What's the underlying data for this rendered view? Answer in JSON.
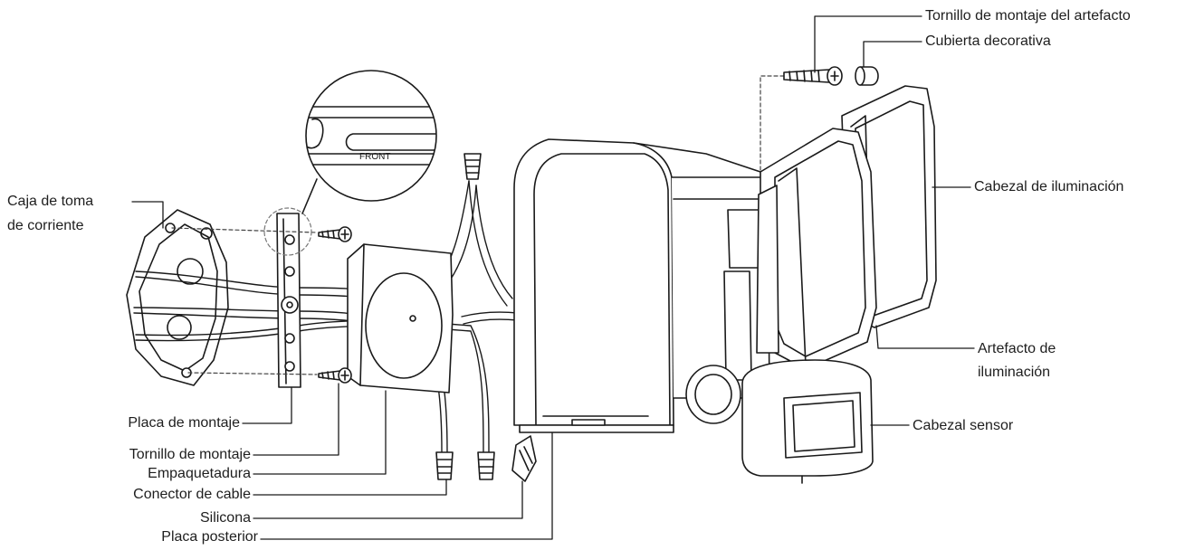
{
  "labels": {
    "fixture_screw": "Tornillo de montaje del artefacto",
    "decorative_cap": "Cubierta decorativa",
    "junction_box_line1": "Caja de toma",
    "junction_box_line2": "de corriente",
    "lamp_head": "Cabezal de iluminación",
    "fixture_line1": "Artefacto de",
    "fixture_line2": "iluminación",
    "sensor_head": "Cabezal sensor",
    "mounting_plate": "Placa de montaje",
    "mounting_screw": "Tornillo de montaje",
    "gasket": "Empaquetadura",
    "wire_connector": "Conector de cable",
    "silicone": "Silicona",
    "back_plate": "Placa posterior"
  },
  "callout_text": "FRONT",
  "colors": {
    "stroke": "#1a1a1a",
    "fill": "#ffffff",
    "dashed": "#444444"
  }
}
